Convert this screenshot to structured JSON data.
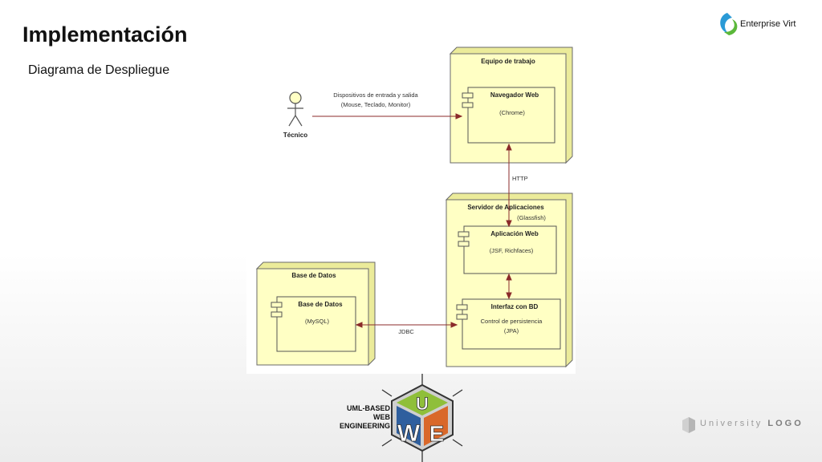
{
  "slide": {
    "title": "Implementación",
    "subtitle": "Diagrama de Despliegue"
  },
  "brand": {
    "name": "Enterprise Virt"
  },
  "diagram": {
    "actor": {
      "label": "Técnico"
    },
    "io_label_line1": "Dispositivos de entrada y salida",
    "io_label_line2": "(Mouse, Teclado, Monitor)",
    "node_workstation": {
      "title": "Equipo de trabajo",
      "component": {
        "name": "Navegador Web",
        "detail": "(Chrome)"
      }
    },
    "link_http": "HTTP",
    "node_appserver": {
      "title": "Servidor de Aplicaciones",
      "subtitle": "(Glassfish)",
      "component_app": {
        "name": "Aplicación Web",
        "detail": "(JSF, Richfaces)"
      },
      "component_db_interface": {
        "name": "Interfaz con BD",
        "detail1": "Control de persistencia",
        "detail2": "(JPA)"
      }
    },
    "link_jdbc": "JDBC",
    "node_database": {
      "title": "Base de Datos",
      "component": {
        "name": "Base de Datos",
        "detail": "(MySQL)"
      }
    },
    "colors": {
      "node_fill": "#ffffc4",
      "node_side": "#ebeb9a",
      "line": "#8b2b2b",
      "border": "#6a6a6a"
    }
  },
  "uwe_logo": {
    "line1": "UML-BASED",
    "line2": "WEB",
    "line3": "ENGINEERING",
    "letter_u": "U",
    "letter_w": "W",
    "letter_e": "E"
  },
  "footer_logo": {
    "word1": "University",
    "word2": "LOGO"
  }
}
